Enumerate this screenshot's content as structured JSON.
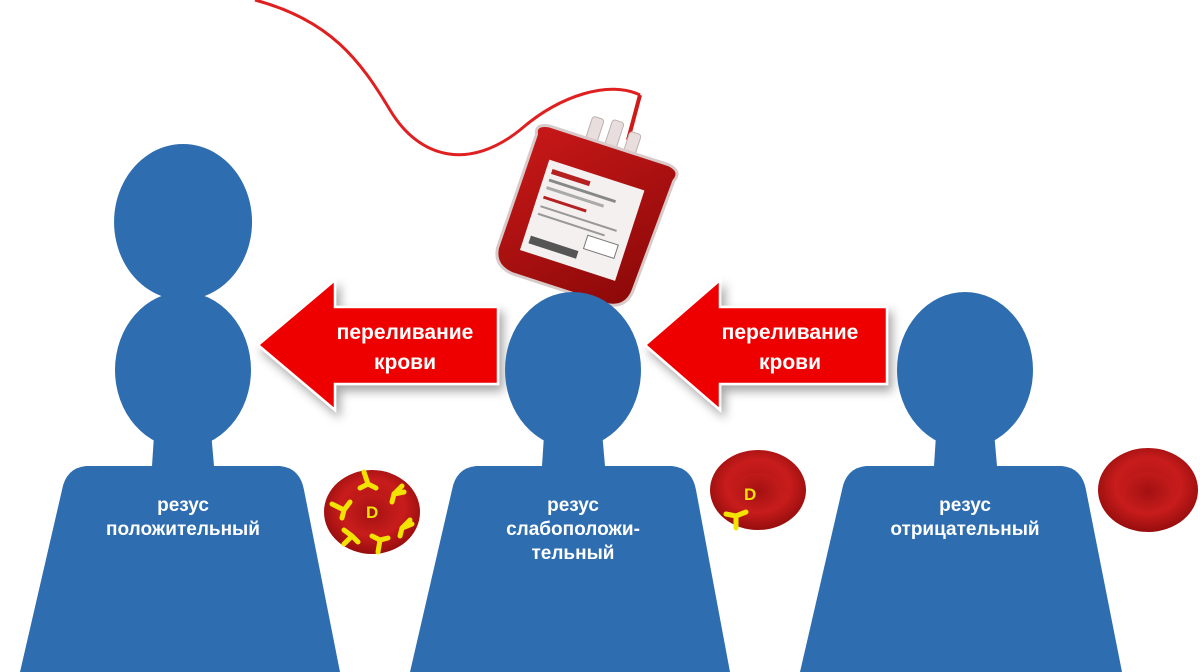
{
  "colors": {
    "person": "#2e6db0",
    "arrow": "#ee0000",
    "cell_dark": "#9d0f0f",
    "cell_light": "#d62424",
    "antigen": "#f2e400",
    "background": "#ffffff"
  },
  "persons": [
    {
      "label_line1": "резус",
      "label_line2": "положительный"
    },
    {
      "label_line1": "резус",
      "label_line2": "слабоположи-",
      "label_line3": "тельный"
    },
    {
      "label_line1": "резус",
      "label_line2": "отрицательный"
    }
  ],
  "arrows": [
    {
      "line1": "переливание",
      "line2": "крови",
      "direction": "left"
    },
    {
      "line1": "переливание",
      "line2": "крови",
      "direction": "left"
    }
  ],
  "cells": [
    {
      "antigen_label": "D",
      "antigen_level": "many"
    },
    {
      "antigen_label": "D",
      "antigen_level": "few"
    },
    {
      "antigen_label": "",
      "antigen_level": "none"
    }
  ],
  "icons": [
    "blood-bag-icon",
    "red-blood-cell-icon",
    "person-silhouette-icon",
    "left-arrow-icon"
  ]
}
